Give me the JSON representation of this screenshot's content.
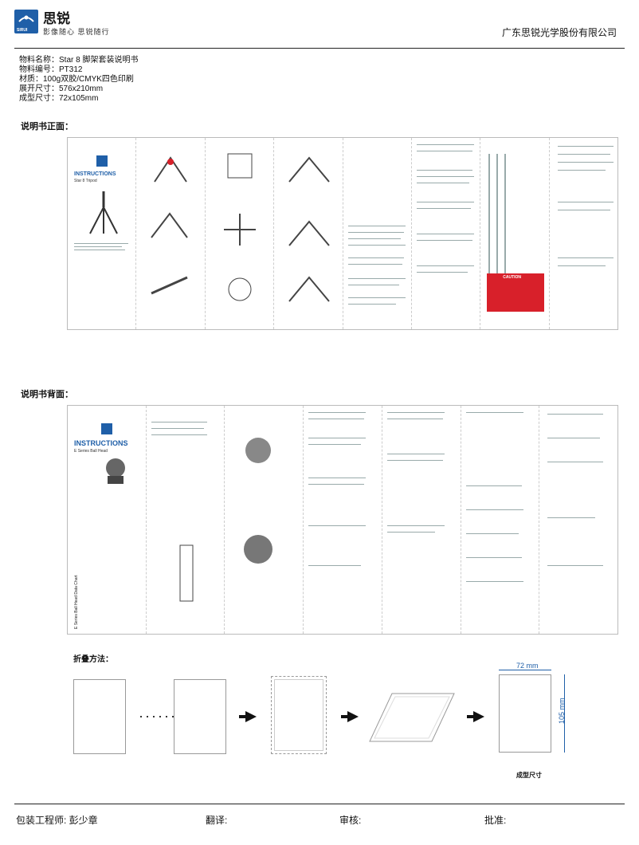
{
  "header": {
    "brand_cn": "思锐",
    "brand_latin": "SIRUI",
    "slogan": "影像随心  思锐随行",
    "company": "广东思锐光学股份有限公司",
    "brand_color": "#1f5fa8"
  },
  "specs": [
    "物料名称：Star 8 脚架套装说明书",
    "物料编号：PT312",
    "材质：100g双胶/CMYK四色印刷",
    "展开尺寸：576x210mm",
    "成型尺寸：72x105mm"
  ],
  "front": {
    "title": "说明书正面：",
    "cover_title": "INSTRUCTIONS",
    "cover_subtitle": "Star 8 Tripod",
    "caution": "CAUTION"
  },
  "back": {
    "title": "说明书背面：",
    "cover_title": "INSTRUCTIONS",
    "cover_subtitle": "E Series Ball Head",
    "side_label": "E Series Ball Head Data Chart"
  },
  "folding": {
    "title": "折叠方法：",
    "dots": "·······",
    "width_label": "72 mm",
    "height_label": "105 mm",
    "caption": "成型尺寸"
  },
  "footer": {
    "engineer": "包装工程师: 彭少章",
    "translate": "翻译:",
    "review": "审核:",
    "approve": "批准:"
  }
}
